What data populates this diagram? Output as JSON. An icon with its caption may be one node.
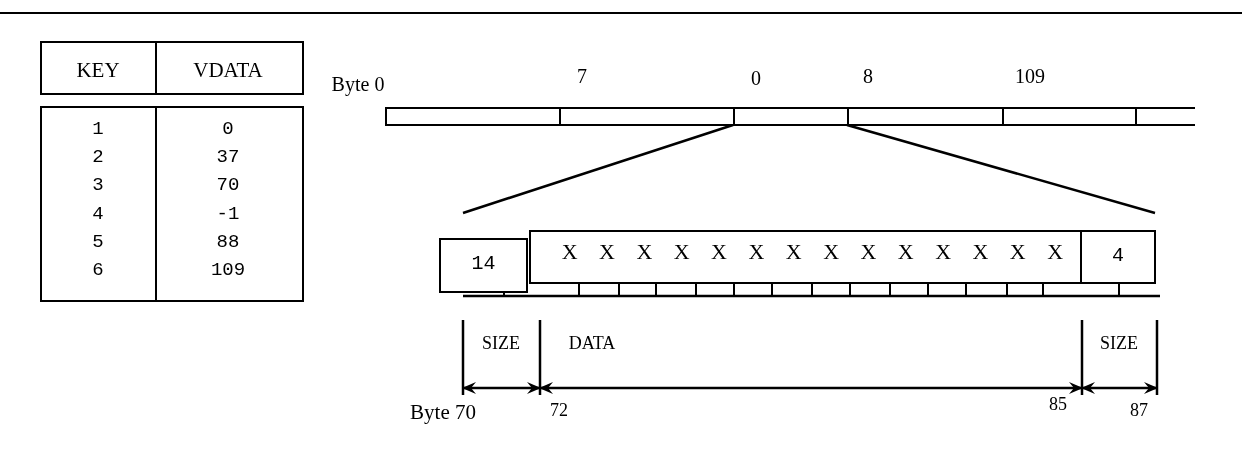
{
  "diagram": {
    "nodes": [
      {
        "text": [],
        "shape": "box"
      },
      {
        "text": [],
        "shape": "box"
      },
      {
        "text": [],
        "shape": "box"
      },
      {
        "text": [],
        "shape": "box"
      },
      {
        "text": [],
        "shape": "box"
      },
      {
        "text": [],
        "shape": "box"
      },
      {
        "text": [
          "14"
        ]
      },
      {
        "text": [
          "X",
          "X",
          "X",
          "X",
          "X",
          "X",
          "X",
          "X",
          "X",
          "X",
          "X",
          "X",
          "X",
          "X"
        ]
      },
      {
        "text": [
          "4"
        ]
      }
    ],
    "edges": [],
    "labels": [
      "KEY",
      "VDATA",
      "1",
      "0",
      "2",
      "37",
      "3",
      "70",
      "4",
      "-1",
      "5",
      "88",
      "6",
      "109",
      "Byte 0",
      "7",
      "0",
      "8",
      "109",
      "SIZE",
      "DATA",
      "SIZE",
      "Byte 70",
      "72",
      "85",
      "87"
    ]
  }
}
